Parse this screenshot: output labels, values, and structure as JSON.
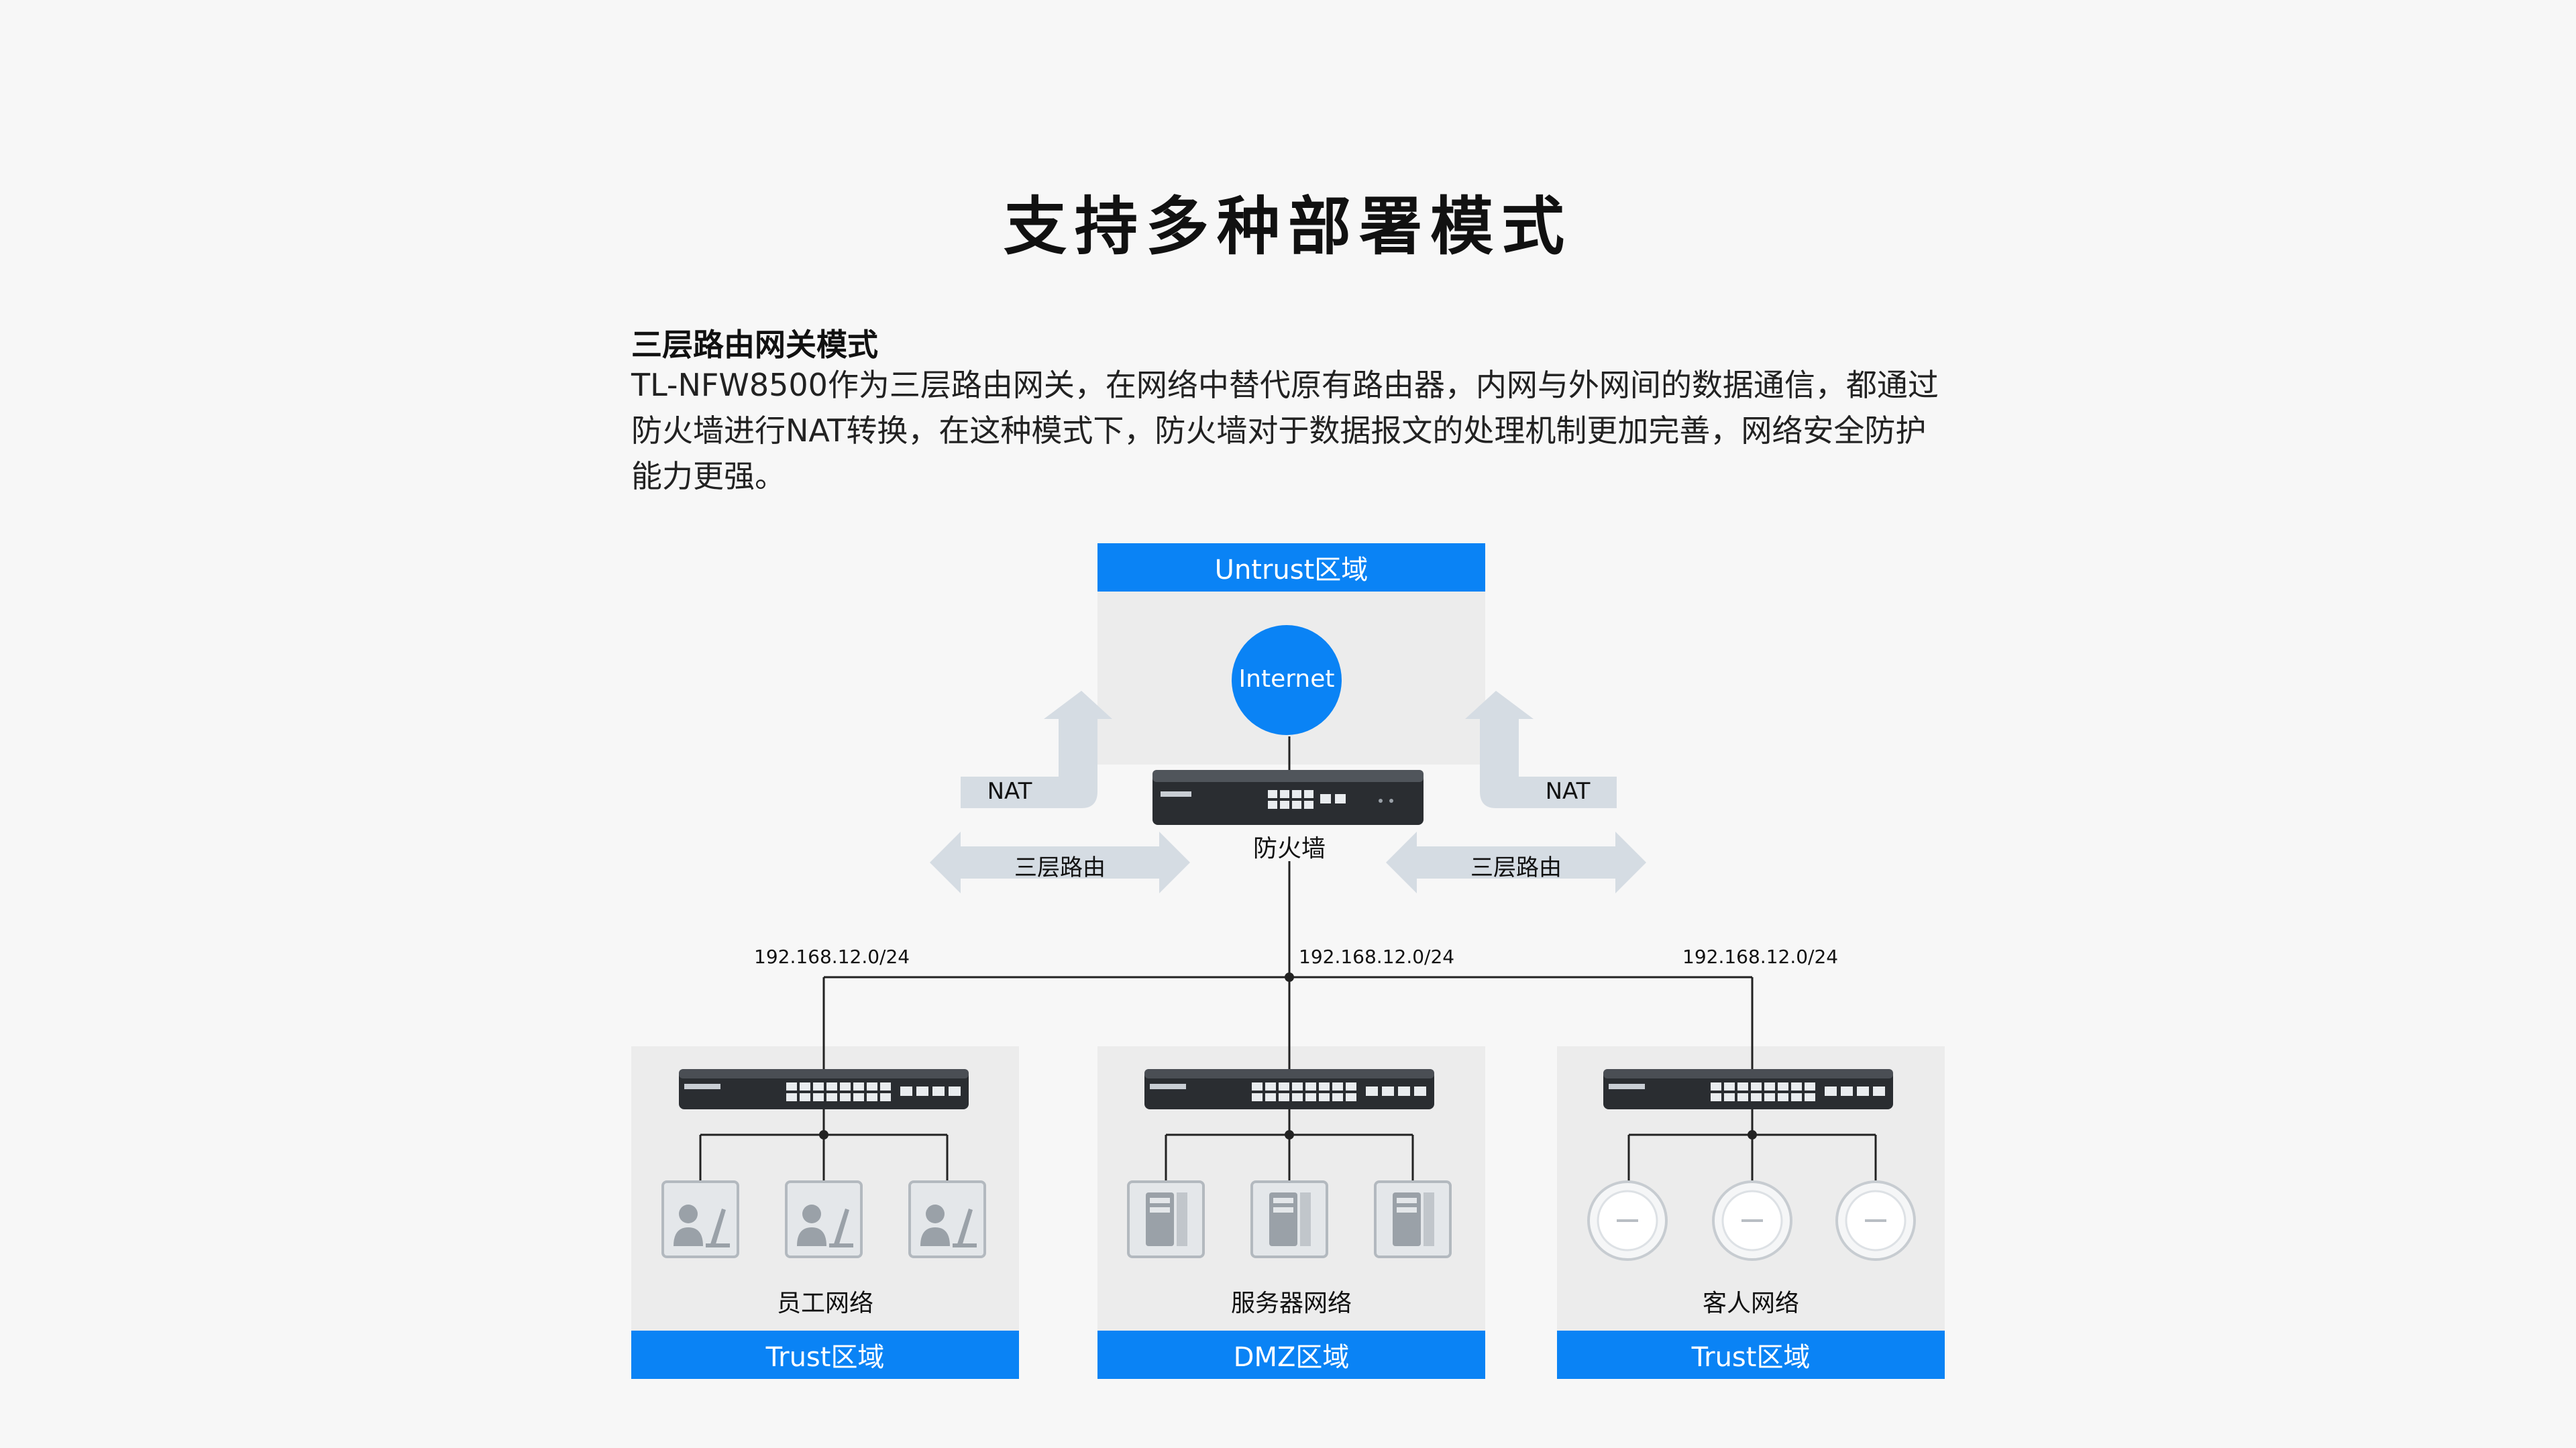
{
  "title": "支持多种部署模式",
  "mode": {
    "heading": "三层路由网关模式",
    "description": "TL-NFW8500作为三层路由网关，在网络中替代原有路由器，内网与外网间的数据通信，都通过防火墙进行NAT转换，在这种模式下，防火墙对于数据报文的处理机制更加完善，网络安全防护能力更强。"
  },
  "diagram": {
    "untrust_zone": "Untrust区域",
    "internet": "Internet",
    "firewall_label": "防火墙",
    "nat_left": "NAT",
    "nat_right": "NAT",
    "routing_left": "三层路由",
    "routing_right": "三层路由",
    "subnets": [
      "192.168.12.0/24",
      "192.168.12.0/24",
      "192.168.12.0/24"
    ],
    "groups": [
      {
        "name": "员工网络",
        "zone": "Trust区域",
        "device_icon": "user-pc-icon"
      },
      {
        "name": "服务器网络",
        "zone": "DMZ区域",
        "device_icon": "server-icon"
      },
      {
        "name": "客人网络",
        "zone": "Trust区域",
        "device_icon": "access-point-icon"
      }
    ],
    "colors": {
      "zone_blue": "#0a83f5",
      "arrow_gray": "#d5dce3",
      "panel_gray": "#ececec",
      "device_dark": "#2a2d31"
    }
  }
}
